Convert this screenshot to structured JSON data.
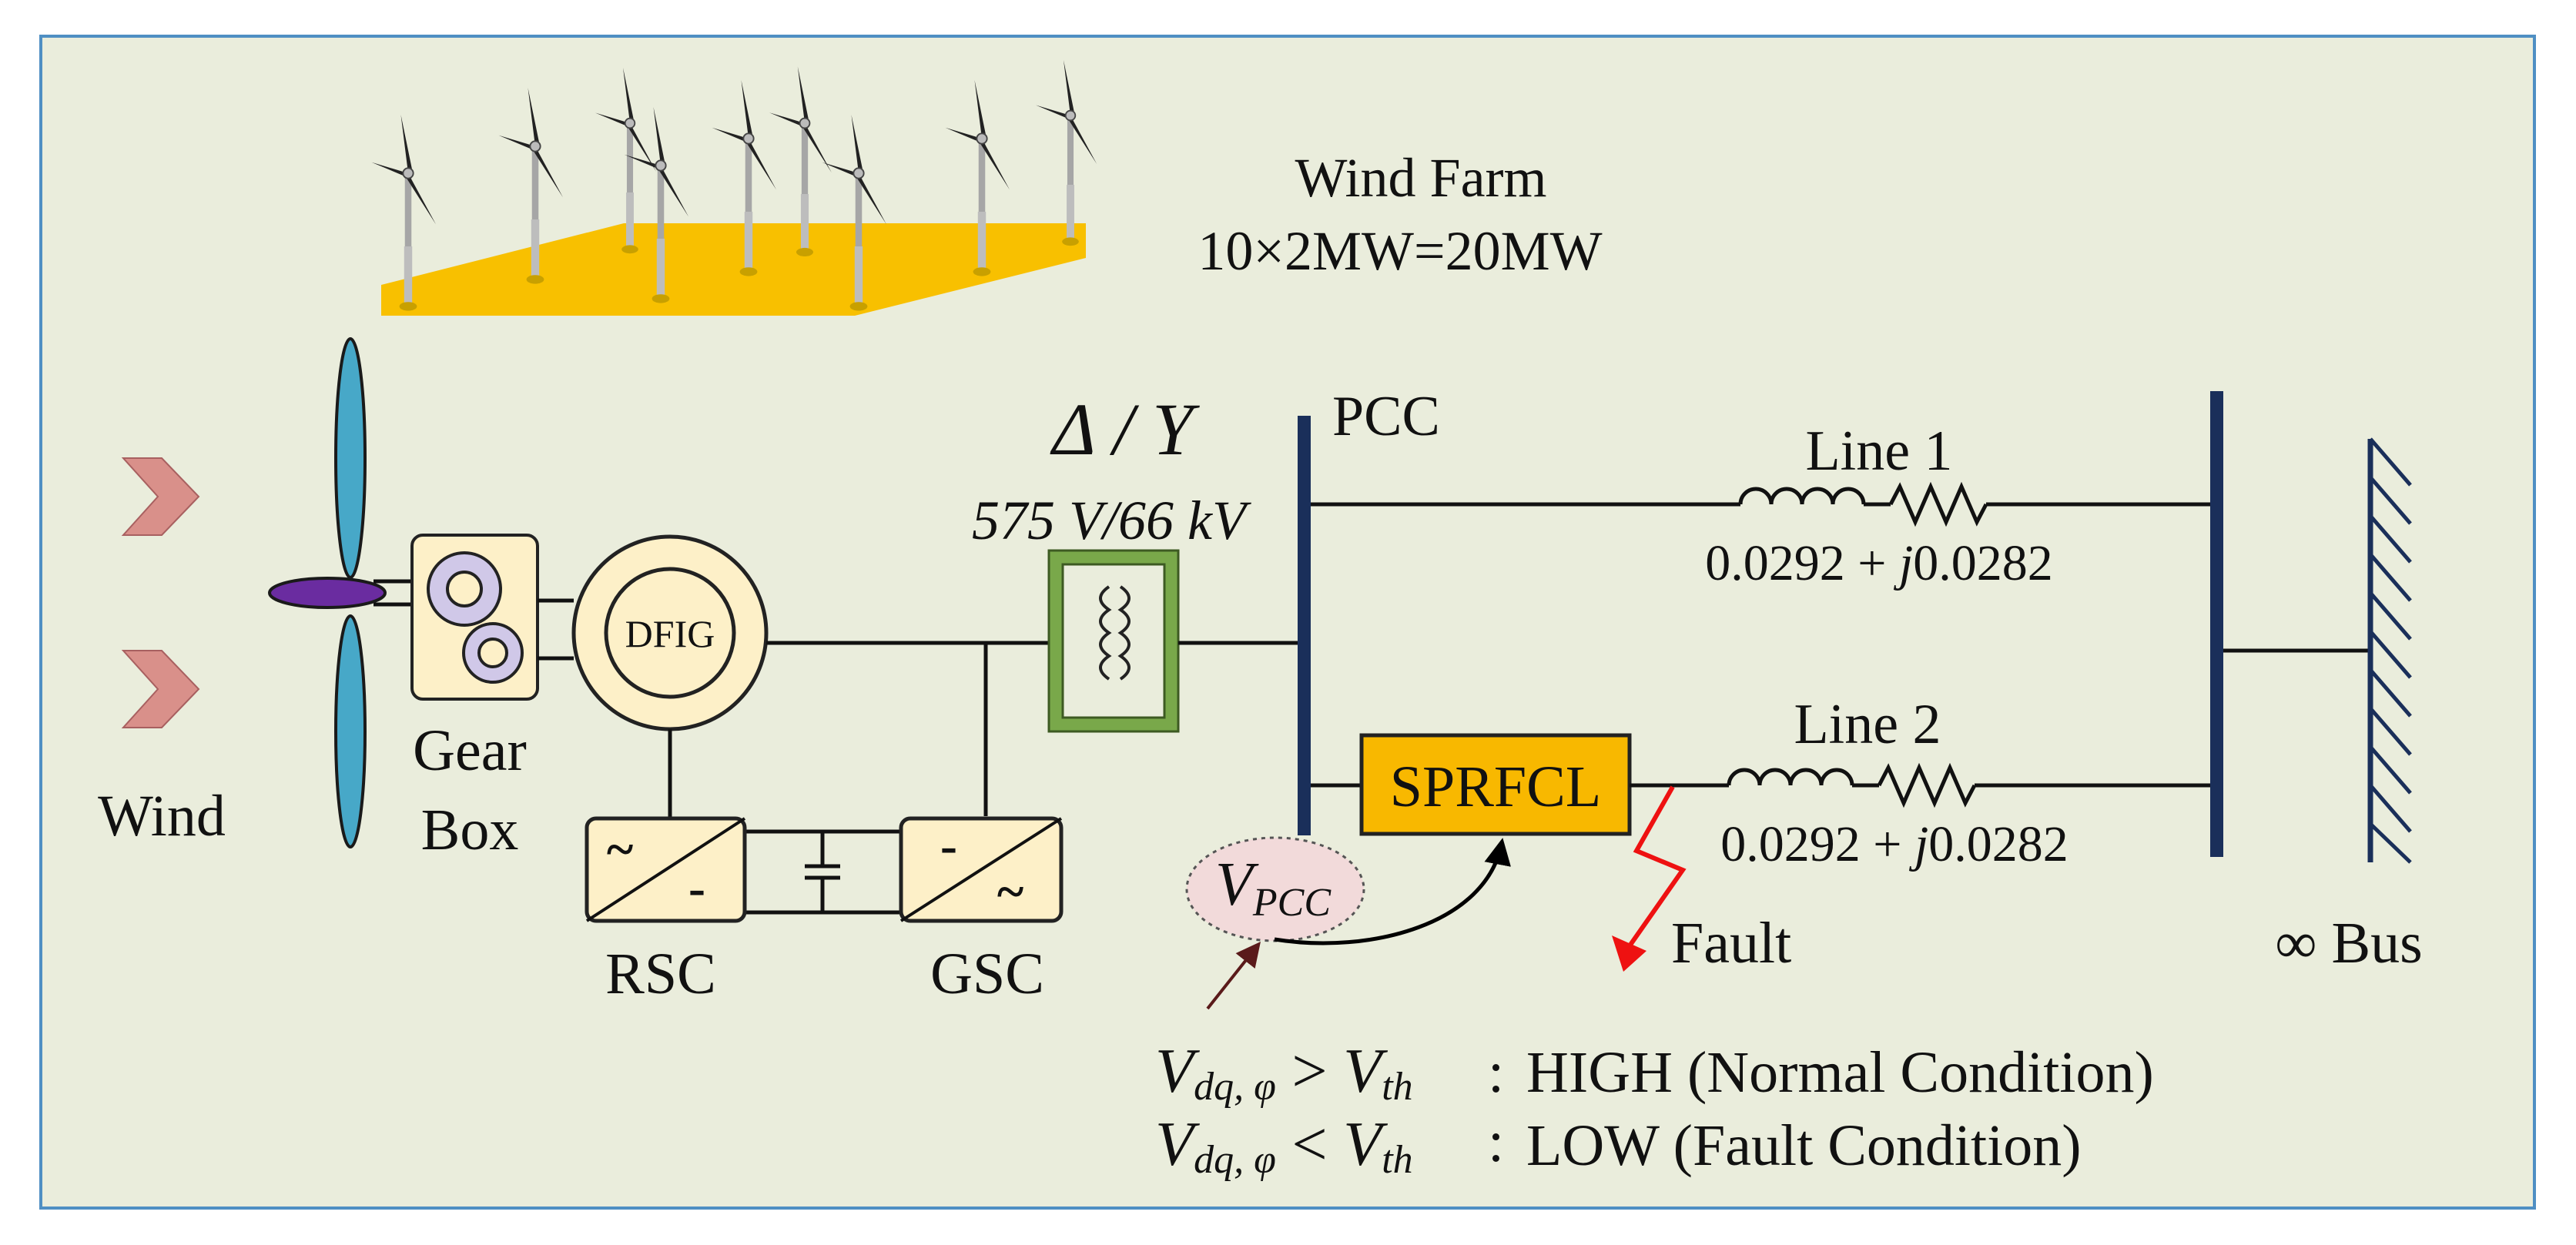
{
  "colors": {
    "panel_background": "#eaeddc",
    "panel_border": "#4f8fc3",
    "bus_bar": "#1a2f5a",
    "farm_ground": "#f8c000",
    "blade": "#47a8c8",
    "hub": "#6a2ca0",
    "sprfcl_fill": "#f8b800",
    "transformer_border": "#79a84a",
    "wind_arrow": "#d9908a",
    "fault": "#ee1111",
    "vpcc_fill": "#f2dada"
  },
  "labels": {
    "wind_farm_title": "Wind Farm",
    "wind_farm_rating": "10×2MW=20MW",
    "wind": "Wind",
    "gear_line1": "Gear",
    "gear_line2": "Box",
    "dfig": "DFIG",
    "rsc": "RSC",
    "gsc": "GSC",
    "transformer_symbol": "Δ / Y",
    "transformer_rating": "575 V/66 kV",
    "pcc": "PCC",
    "line1": "Line 1",
    "line1_impedance_real": "0.0292 + ",
    "line1_impedance_imag_j": "j",
    "line1_impedance_imag_value": "0.0282",
    "line2": "Line 2",
    "line2_impedance_real": "0.0292 + ",
    "line2_impedance_imag_j": "j",
    "line2_impedance_imag_value": "0.0282",
    "sprfcl": "SPRFCL",
    "fault": "Fault",
    "infinite_bus": "∞ Bus",
    "vpcc_main": "V",
    "vpcc_sub": "PCC",
    "rsc_top_symbol": "~",
    "rsc_bottom_symbol": "-",
    "gsc_top_symbol": "-",
    "gsc_bottom_symbol": "~"
  },
  "conditions": [
    {
      "lhs_v": "V",
      "lhs_sub": "dq, φ",
      "operator": " > ",
      "rhs_v": "V",
      "rhs_sub": "th",
      "colon": ":",
      "result": "HIGH (Normal Condition)"
    },
    {
      "lhs_v": "V",
      "lhs_sub": "dq, φ",
      "operator": " < ",
      "rhs_v": "V",
      "rhs_sub": "th",
      "colon": ":",
      "result": "LOW (Fault Condition)"
    }
  ],
  "icons": {
    "wind_arrow": "chevron-right-icon",
    "turbine": "wind-turbine-icon",
    "gearbox": "gear-icon",
    "transformer": "transformer-icon",
    "resistor": "resistor-icon",
    "inductor": "inductor-icon",
    "capacitor": "capacitor-icon",
    "ground": "ground-hatch-icon",
    "fault": "lightning-icon"
  }
}
